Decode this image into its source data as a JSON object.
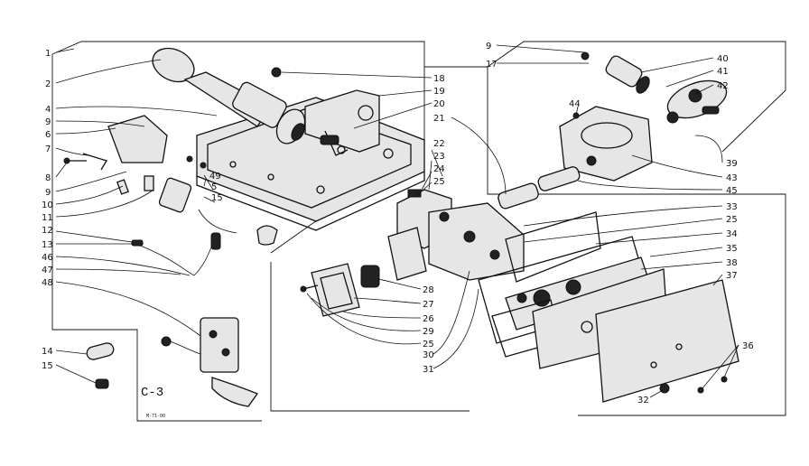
{
  "diagram": {
    "section_label": "C-3",
    "drawing_code": "M-71-00",
    "part_numbers": [
      "1",
      "2",
      "4",
      "9",
      "6",
      "7",
      "8",
      "9",
      "10",
      "11",
      "12",
      "13",
      "46",
      "47",
      "48",
      "14",
      "15",
      "18",
      "19",
      "20",
      "21",
      "22",
      "23",
      "24",
      "25",
      "5",
      "15",
      "49",
      "9",
      "17",
      "40",
      "41",
      "42",
      "44",
      "39",
      "43",
      "45",
      "33",
      "25",
      "34",
      "35",
      "38",
      "37",
      "28",
      "27",
      "26",
      "29",
      "25",
      "30",
      "31",
      "32",
      "36"
    ]
  }
}
